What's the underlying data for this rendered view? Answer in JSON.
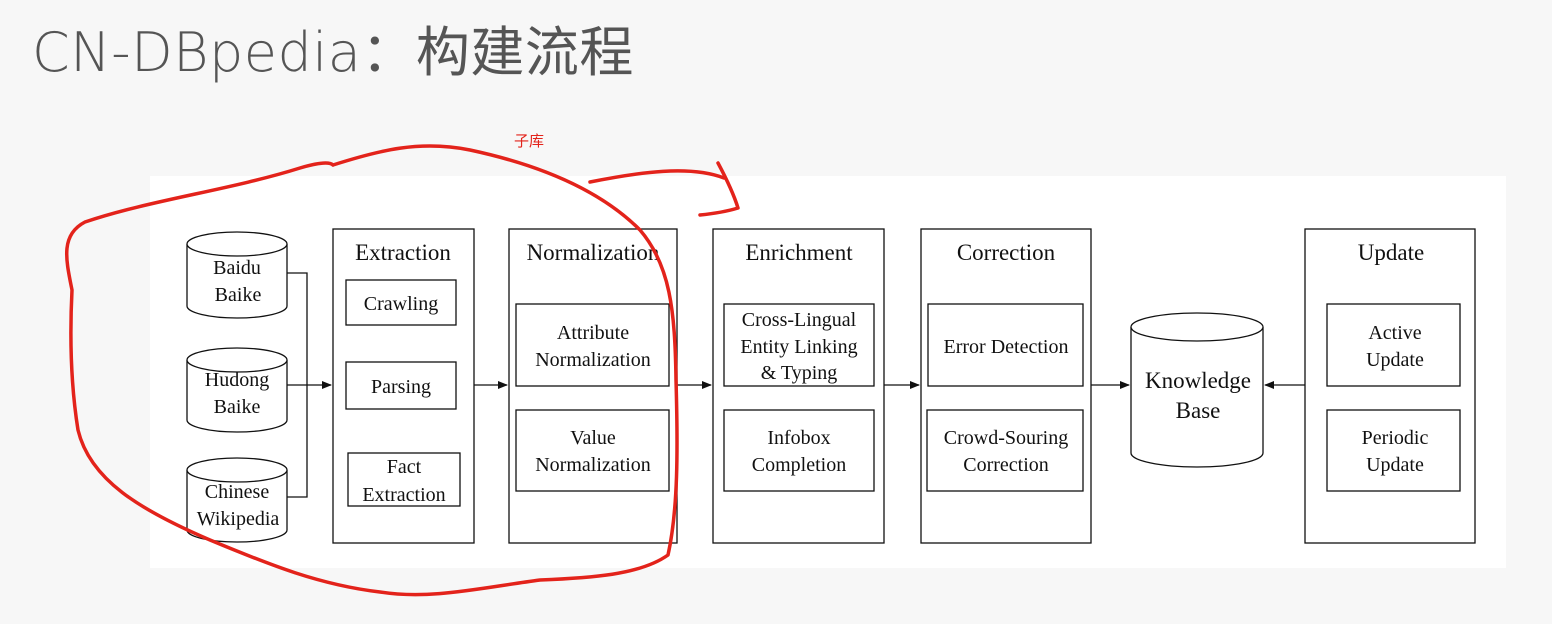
{
  "slide": {
    "title": "CN-DBpedia：构建流程"
  },
  "annotation": {
    "label": "子库",
    "color": "#e3231b"
  },
  "sources": [
    {
      "line1": "Baidu",
      "line2": "Baike"
    },
    {
      "line1": "Hudong",
      "line2": "Baike"
    },
    {
      "line1": "Chinese",
      "line2": "Wikipedia"
    }
  ],
  "stages": {
    "extraction": {
      "title": "Extraction",
      "items": [
        [
          "Crawling"
        ],
        [
          "Parsing"
        ],
        [
          "Fact",
          "Extraction"
        ]
      ]
    },
    "normalization": {
      "title": "Normalization",
      "items": [
        [
          "Attribute",
          "Normalization"
        ],
        [
          "Value",
          "Normalization"
        ]
      ]
    },
    "enrichment": {
      "title": "Enrichment",
      "items": [
        [
          "Cross-Lingual",
          "Entity Linking",
          "& Typing"
        ],
        [
          "Infobox",
          "Completion"
        ]
      ]
    },
    "correction": {
      "title": "Correction",
      "items": [
        [
          "Error Detection"
        ],
        [
          "Crowd-Souring",
          "Correction"
        ]
      ]
    },
    "update": {
      "title": "Update",
      "items": [
        [
          "Active",
          "Update"
        ],
        [
          "Periodic",
          "Update"
        ]
      ]
    }
  },
  "knowledge_base": {
    "line1": "Knowledge",
    "line2": "Base"
  }
}
